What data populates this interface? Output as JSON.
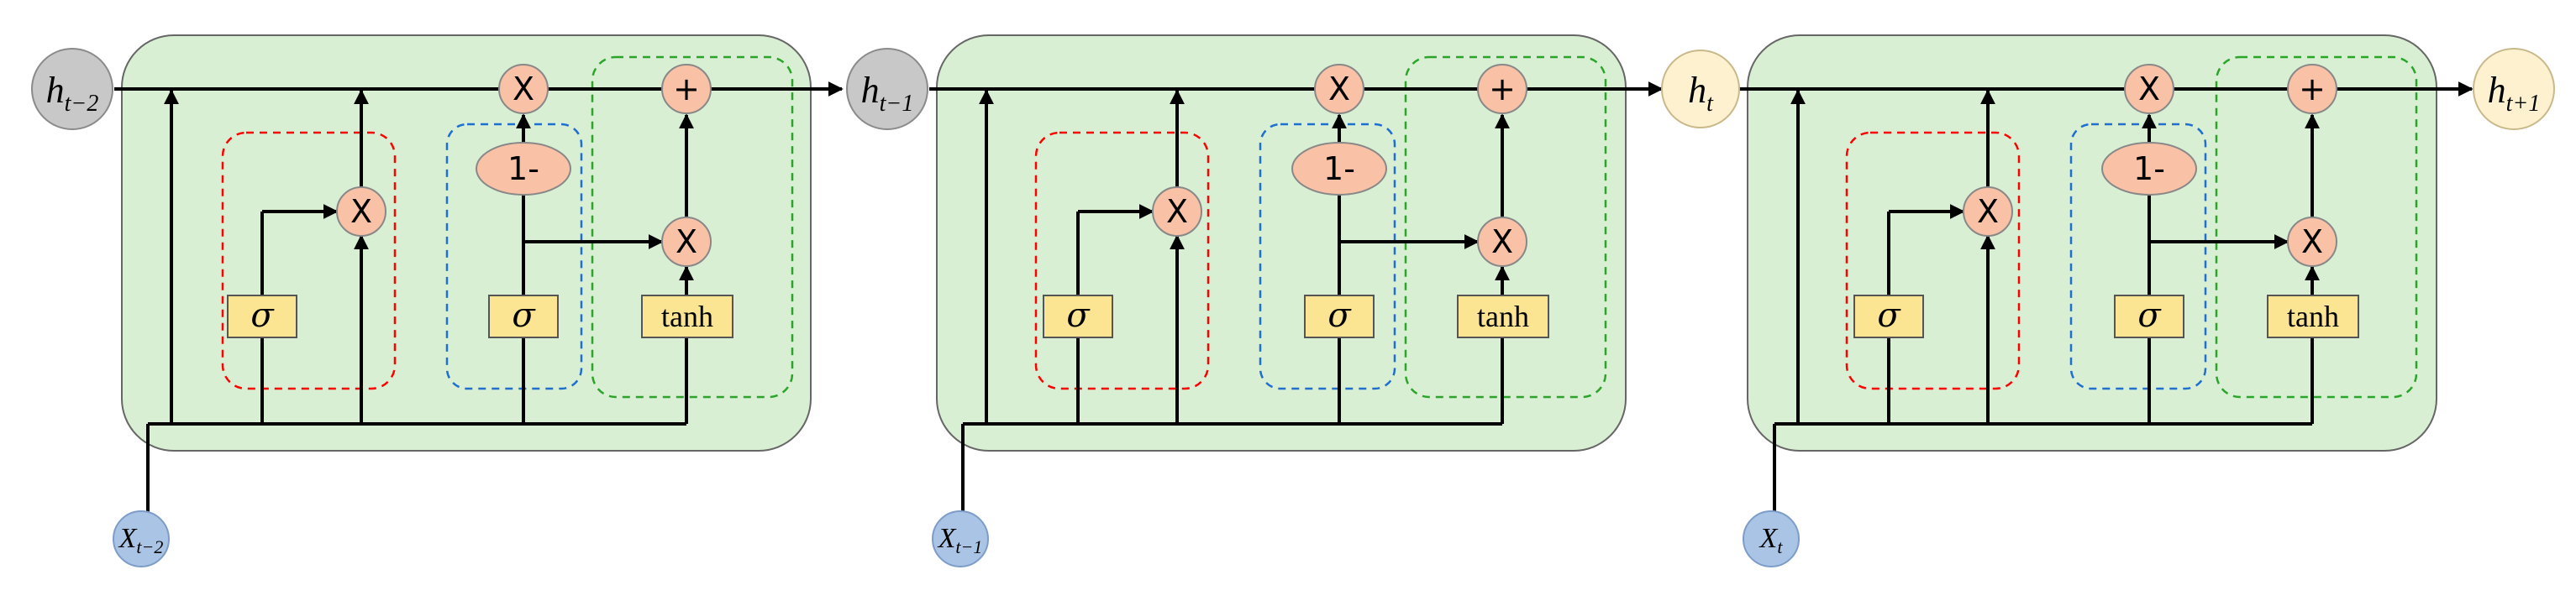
{
  "diagram": {
    "colors": {
      "cell_background": "#d9efd3",
      "operator_fill": "#f9c2a6",
      "activation_fill": "#fbe592",
      "hidden_state_gray": "#c8c8c8",
      "hidden_state_cream": "#fdf1cf",
      "input_blue": "#aac4e6",
      "reset_gate_border": "#ff0000",
      "update_gate_border": "#1f6fd0",
      "candidate_border": "#2aa52a"
    },
    "hidden_states": [
      {
        "main": "h",
        "sub": "t−2",
        "style": "gray"
      },
      {
        "main": "h",
        "sub": "t−1",
        "style": "gray"
      },
      {
        "main": "h",
        "sub": "t",
        "style": "cream"
      },
      {
        "main": "h",
        "sub": "t+1",
        "style": "cream"
      }
    ],
    "inputs": [
      {
        "main": "X",
        "sub": "t−2"
      },
      {
        "main": "X",
        "sub": "t−1"
      },
      {
        "main": "X",
        "sub": "t"
      }
    ],
    "cells": [
      {
        "multiply": "X",
        "add": "+",
        "one_minus": "1-",
        "sigma": "σ",
        "tanh": "tanh"
      },
      {
        "multiply": "X",
        "add": "+",
        "one_minus": "1-",
        "sigma": "σ",
        "tanh": "tanh"
      },
      {
        "multiply": "X",
        "add": "+",
        "one_minus": "1-",
        "sigma": "σ",
        "tanh": "tanh"
      }
    ]
  }
}
